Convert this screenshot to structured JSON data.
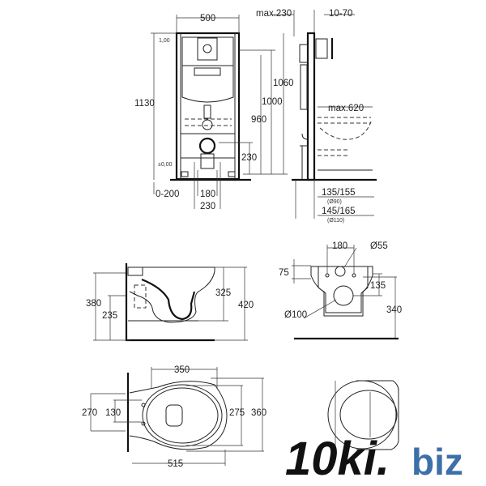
{
  "installation_frame": {
    "front": {
      "width": "500",
      "height": "1130",
      "level_top": "1,00",
      "level_zero": "±0,00",
      "h1060": "1060",
      "h1000": "1000",
      "h960": "960",
      "h230": "230",
      "offset": "0-200",
      "w180": "180",
      "w230": "230"
    },
    "side": {
      "max230": "max.230",
      "range": "10-70",
      "max620": "max.620",
      "d1": "135/155",
      "d1_pipe": "(Ø90)",
      "d2": "145/165",
      "d2_pipe": "(Ø110)"
    }
  },
  "toilet_side": {
    "h380": "380",
    "h235": "235",
    "h325": "325",
    "h420": "420"
  },
  "toilet_back": {
    "w180": "180",
    "d55": "Ø55",
    "h75": "75",
    "h135": "135",
    "h340": "340",
    "d100": "Ø100"
  },
  "toilet_top": {
    "w350": "350",
    "w270": "270",
    "w130": "130",
    "w275": "275",
    "w360": "360",
    "l515": "515"
  },
  "watermark": {
    "text_main": "10ki.",
    "text_domain": "biz",
    "color": "#3d6fa8"
  }
}
